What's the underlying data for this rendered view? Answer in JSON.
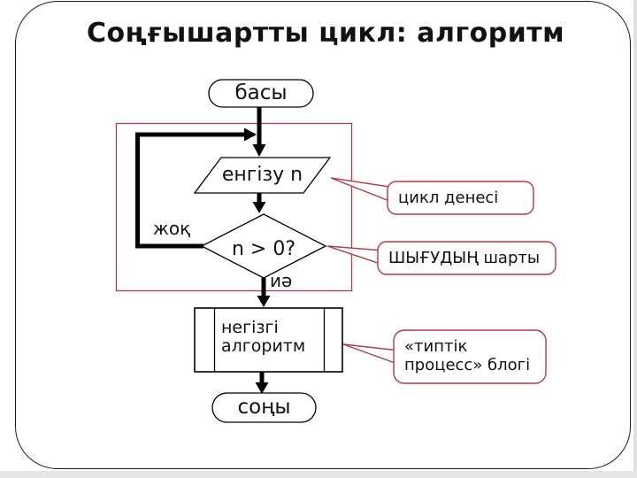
{
  "title": "Соңғышартты цикл: алгоритм",
  "flowchart": {
    "start_label": "басы",
    "input_label": "енгізу n",
    "condition_label": "n > 0?",
    "no_label": "жоқ",
    "yes_label": "иә",
    "process_label": "негізгі\nалгоритм",
    "end_label": "соңы"
  },
  "callouts": {
    "loop_body": "цикл денесі",
    "exit_condition": "ШЫҒУДЫҢ шарты",
    "typical_process": "«типтік\nпроцесс» блогі"
  },
  "colors": {
    "callout_red": "#b03a4a",
    "flow_black": "#000000",
    "slide_border": "#1c1c1c"
  }
}
